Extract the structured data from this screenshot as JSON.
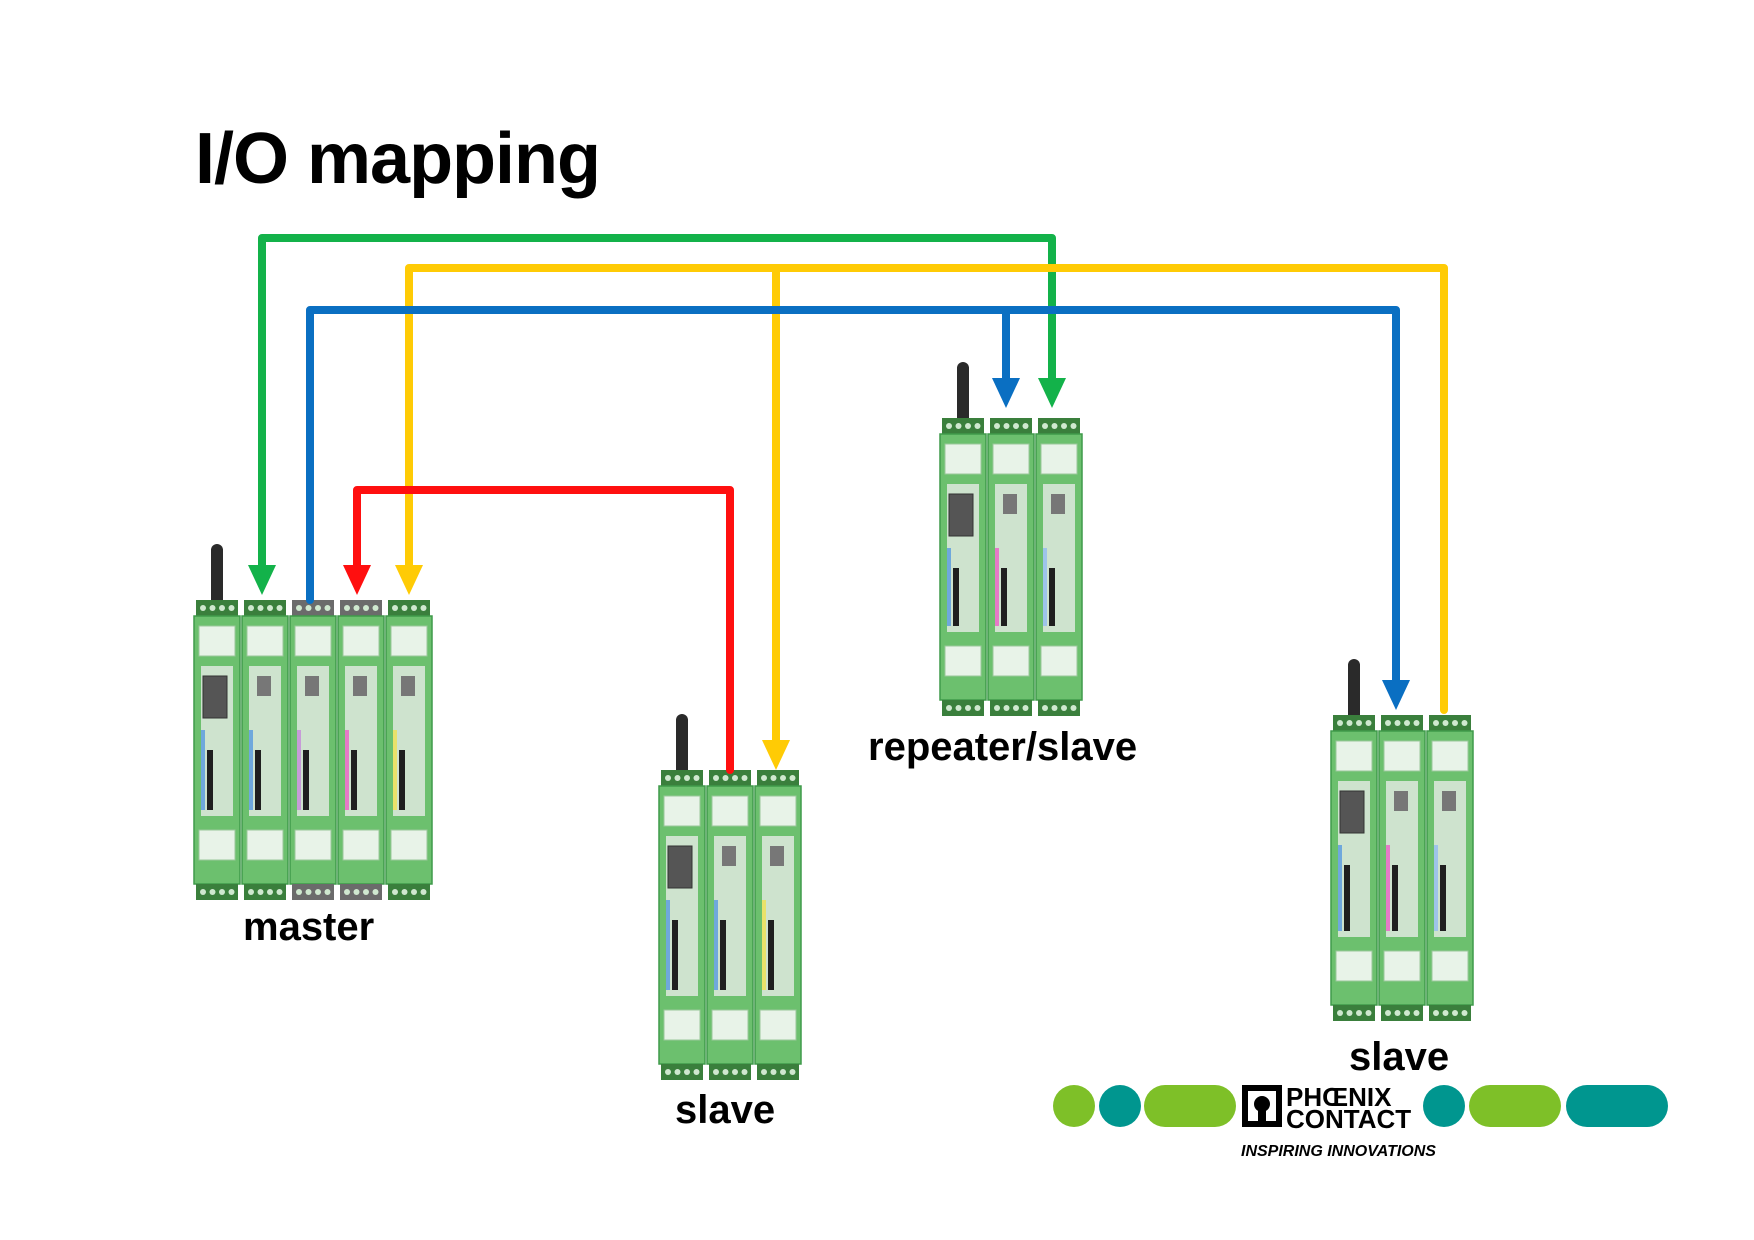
{
  "title": "I/O mapping",
  "labels": {
    "master": "master",
    "slave_1": "slave",
    "repeater": "repeater/slave",
    "slave_2": "slave"
  },
  "logo": {
    "line1": "PHŒNIX",
    "line2": "CONTACT",
    "tagline": "INSPIRING INNOVATIONS",
    "colors": {
      "green": "#7ec028",
      "teal": "#00968f"
    }
  },
  "line_colors": {
    "green": "#13b24a",
    "yellow": "#ffcb05",
    "blue": "#0a6fc2",
    "red": "#ff0f0f"
  },
  "device_colors": {
    "module": "#6cc06e",
    "module_dark": "#3f9a4a",
    "terminal": "#3a7f3c",
    "terminal_grey": "#6b6b6b",
    "antenna": "#2a2a2a"
  }
}
